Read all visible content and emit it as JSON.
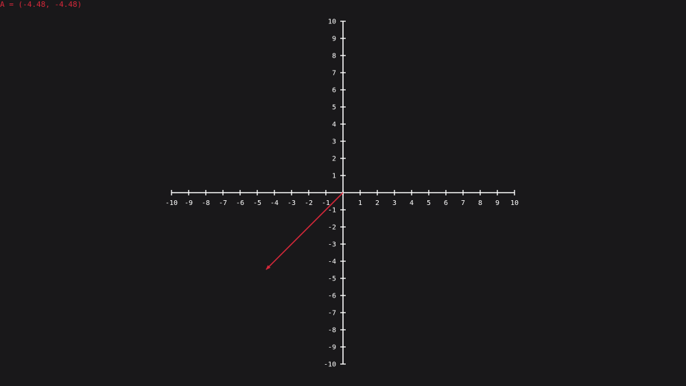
{
  "readout": {
    "text": "A = (-4.48, -4.48)"
  },
  "colors": {
    "background": "#19181a",
    "axis": "#ffffff",
    "vector": "#d6283a"
  },
  "chart_data": {
    "type": "vector",
    "title": "",
    "xlabel": "",
    "ylabel": "",
    "xlim": [
      -10,
      10
    ],
    "ylim": [
      -10,
      10
    ],
    "grid": false,
    "x_ticks": [
      -10,
      -9,
      -8,
      -7,
      -6,
      -5,
      -4,
      -3,
      -2,
      -1,
      1,
      2,
      3,
      4,
      5,
      6,
      7,
      8,
      9,
      10
    ],
    "y_ticks": [
      -10,
      -9,
      -8,
      -7,
      -6,
      -5,
      -4,
      -3,
      -2,
      -1,
      1,
      2,
      3,
      4,
      5,
      6,
      7,
      8,
      9,
      10
    ],
    "vectors": [
      {
        "name": "A",
        "from": [
          0,
          0
        ],
        "to": [
          -4.48,
          -4.48
        ]
      }
    ]
  }
}
